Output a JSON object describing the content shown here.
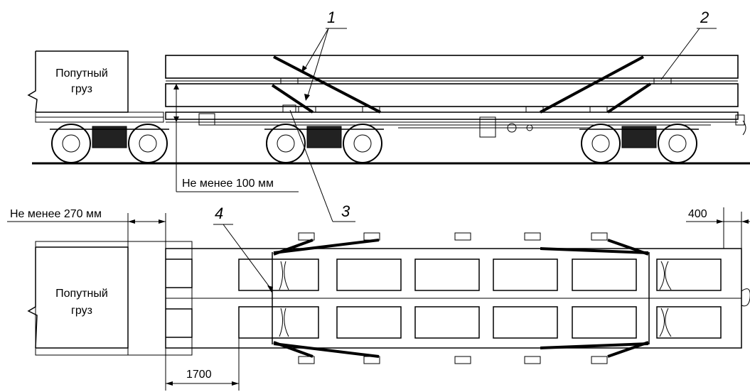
{
  "labels": {
    "cargo_top_line1": "Попутный",
    "cargo_top_line2": "груз",
    "cargo_bottom_line1": "Попутный",
    "cargo_bottom_line2": "груз",
    "dim_clearance": "Не менее 100 мм",
    "dim_overhang": "Не менее 270 мм",
    "dim_end": "400",
    "dim_length": "1700",
    "callout_1": "1",
    "callout_2": "2",
    "callout_3": "3",
    "callout_4": "4"
  }
}
